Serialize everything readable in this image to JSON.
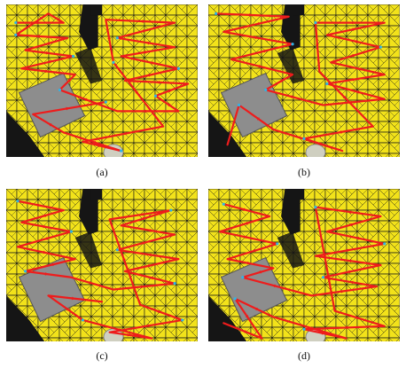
{
  "figure": {
    "panels": [
      {
        "id": "a",
        "label": "(a)"
      },
      {
        "id": "b",
        "label": "(b)"
      },
      {
        "id": "c",
        "label": "(c)"
      },
      {
        "id": "d",
        "label": "(d)"
      }
    ]
  },
  "colors": {
    "tile_fill": "#f2e21a",
    "tile_line": "#1a1a1a",
    "obstacle_dark": "#151515",
    "path": "#ee1c1c",
    "waypoint": "#2fb4e8",
    "gray_block": "#8d8d8d",
    "floor_dark": "#3a3230"
  }
}
